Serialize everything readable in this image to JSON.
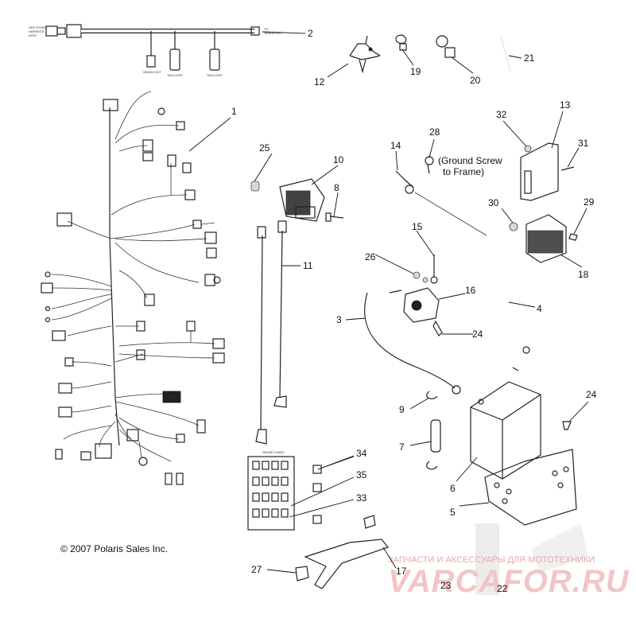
{
  "callouts": {
    "c1": "1",
    "c2": "2",
    "c3": "3",
    "c4": "4",
    "c5": "5",
    "c6": "6",
    "c7": "7",
    "c8": "8",
    "c9": "9",
    "c10": "10",
    "c11": "11",
    "c12": "12",
    "c13": "13",
    "c14": "14",
    "c15": "15",
    "c16": "16",
    "c17": "17",
    "c18": "18",
    "c19": "19",
    "c20": "20",
    "c21": "21",
    "c22": "22",
    "c23": "23",
    "c24a": "24",
    "c24b": "24",
    "c25": "25",
    "c26": "26",
    "c27": "27",
    "c28": "28",
    "c29": "29",
    "c30": "30",
    "c31": "31",
    "c32": "32",
    "c33": "33",
    "c34": "34",
    "c35": "35"
  },
  "notes": {
    "ground_line1": "(Ground Screw",
    "ground_line2": "to Frame)"
  },
  "copyright": "© 2007 Polaris Sales Inc.",
  "watermark": {
    "caption": "ЗАПЧАСТИ И АКСЕССУАРЫ ДЛЯ МОТОТЕХНИКИ",
    "brand": "VARCAFOR.RU"
  },
  "fuse_box_label": "SPARE FUSES"
}
